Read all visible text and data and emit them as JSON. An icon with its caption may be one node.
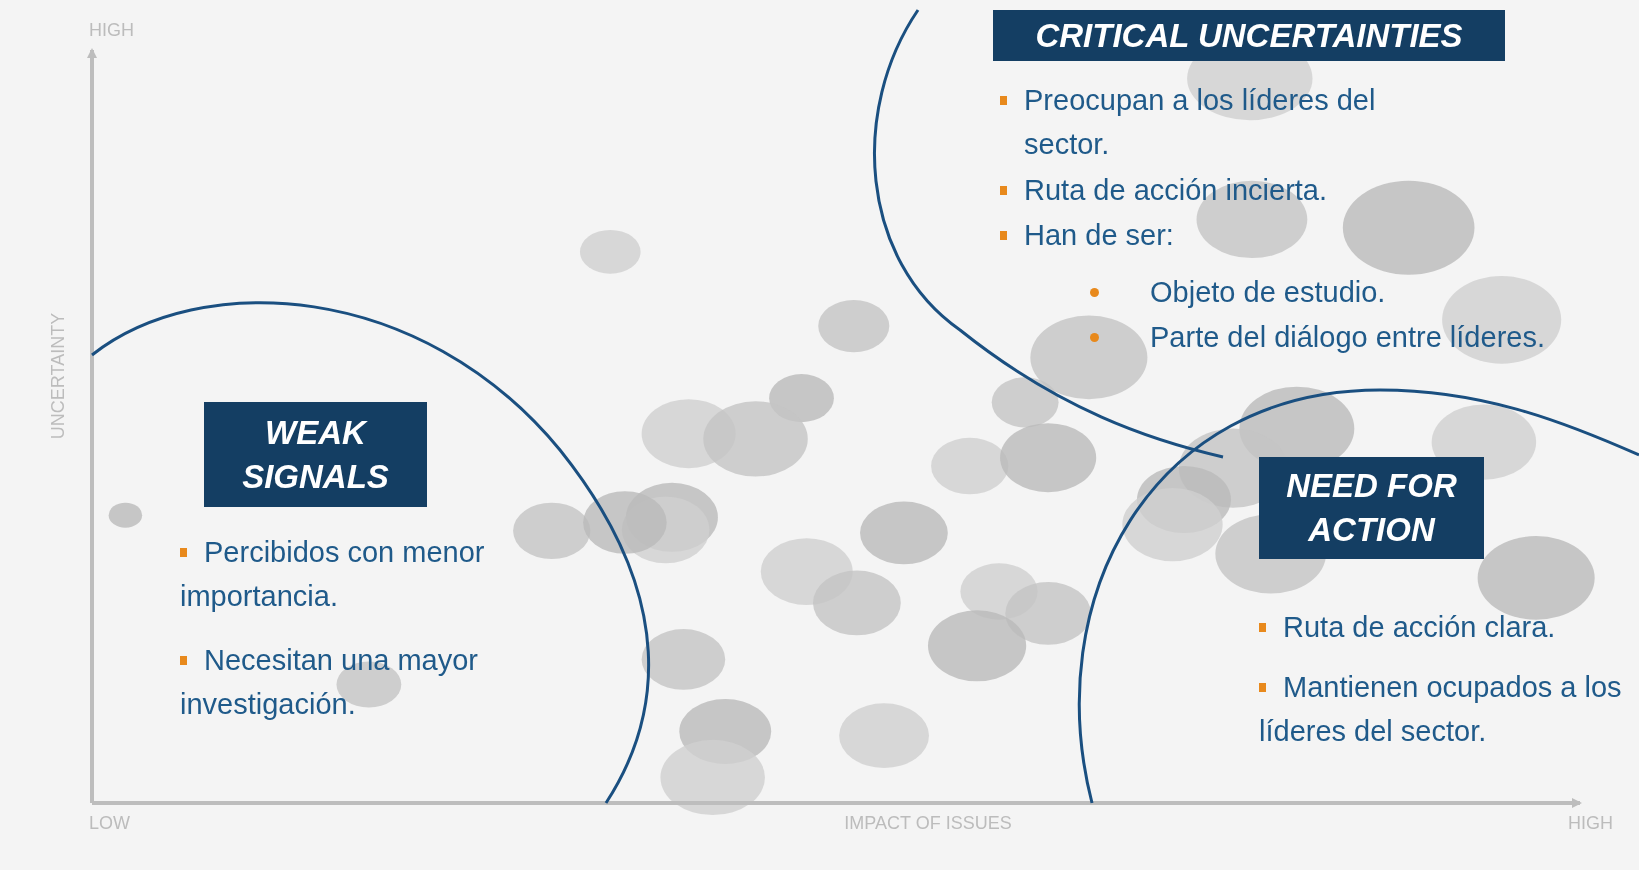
{
  "diagram": {
    "nodes": [
      {
        "text": [
          "WEAK SIGNALS",
          "Percibidos con menor importancia.",
          "Necesitan una mayor investigación."
        ]
      },
      {
        "text": [
          "CRITICAL UNCERTAINTIES",
          "Preocupan a los líderes del sector.",
          "Ruta de acción incierta.",
          "Han de ser:",
          "Objeto de estudio.",
          "Parte del diálogo entre líderes."
        ]
      },
      {
        "text": [
          "NEED FOR ACTION",
          "Ruta de acción clara.",
          "Mantienen ocupados a los líderes del sector."
        ]
      }
    ],
    "edges": [],
    "labels": [
      "HIGH",
      "UNCERTAINTY",
      "LOW",
      "IMPACT OF ISSUES",
      "HIGH"
    ]
  }
}
